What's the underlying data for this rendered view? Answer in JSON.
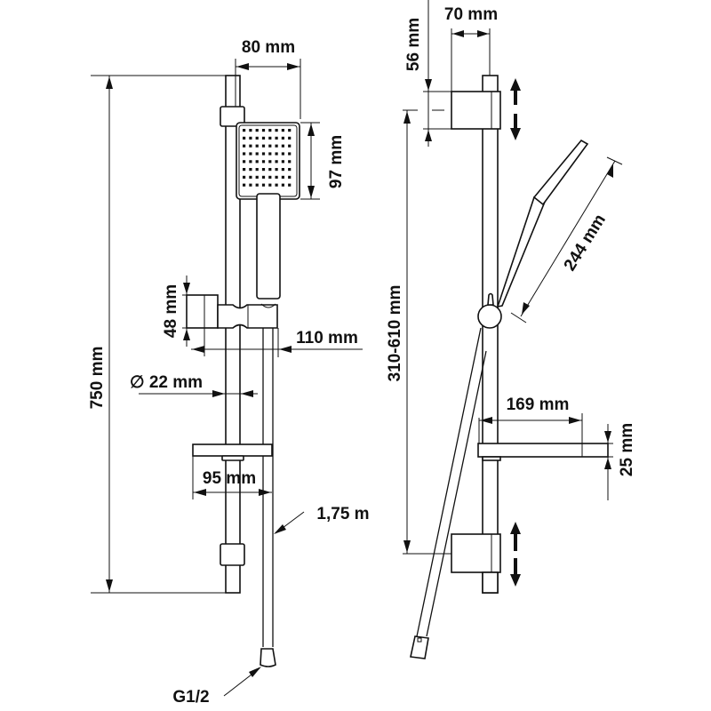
{
  "front_view": {
    "height_label": "750 mm",
    "head_width_label": "80 mm",
    "head_height_label": "97 mm",
    "holder_height_label": "48 mm",
    "holder_depth_label": "110 mm",
    "bar_diameter_label": "∅ 22 mm",
    "shelf_width_label": "95 mm",
    "hose_length_label": "1,75 m",
    "connector_label": "G1/2"
  },
  "side_view": {
    "bracket_depth_label": "70 mm",
    "bracket_height_label": "56 mm",
    "adjust_range_label": "310-610 mm",
    "handshower_length_label": "244 mm",
    "shelf_depth_label": "169 mm",
    "shelf_thickness_label": "25 mm"
  },
  "colors": {
    "line": "#111111",
    "background": "#ffffff"
  }
}
